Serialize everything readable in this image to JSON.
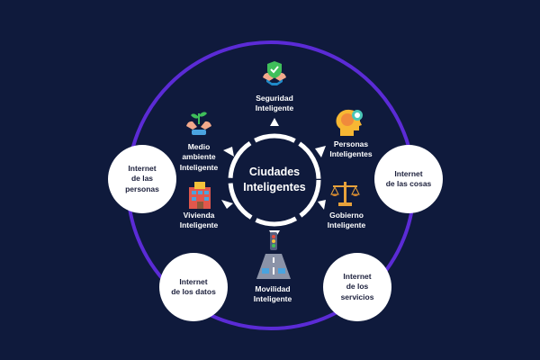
{
  "center": {
    "title": "Ciudades\nInteligentes"
  },
  "domains": {
    "seguridad": "Seguridad\nInteligente",
    "personas": "Personas\nInteligentes",
    "gobierno": "Gobierno\nInteligente",
    "movilidad": "Movilidad\nInteligente",
    "vivienda": "Vivienda\nInteligente",
    "medio_ambiente": "Medio\nambiente\nInteligente"
  },
  "internet": {
    "personas": "Internet\nde las\npersonas",
    "cosas": "Internet\nde las cosas",
    "servicios": "Internet\nde los\nservicios",
    "datos": "Internet\nde los datos"
  },
  "icons": {
    "seguridad": "shield-check-hands-icon",
    "personas": "brain-head-icon",
    "gobierno": "scales-icon",
    "movilidad": "road-traffic-icon",
    "vivienda": "building-icon",
    "medio_ambiente": "plant-hands-icon"
  },
  "colors": {
    "background": "#0f1a3c",
    "ring": "#5b2bd6",
    "arrows": "#ffffff",
    "bubble": "#ffffff"
  }
}
